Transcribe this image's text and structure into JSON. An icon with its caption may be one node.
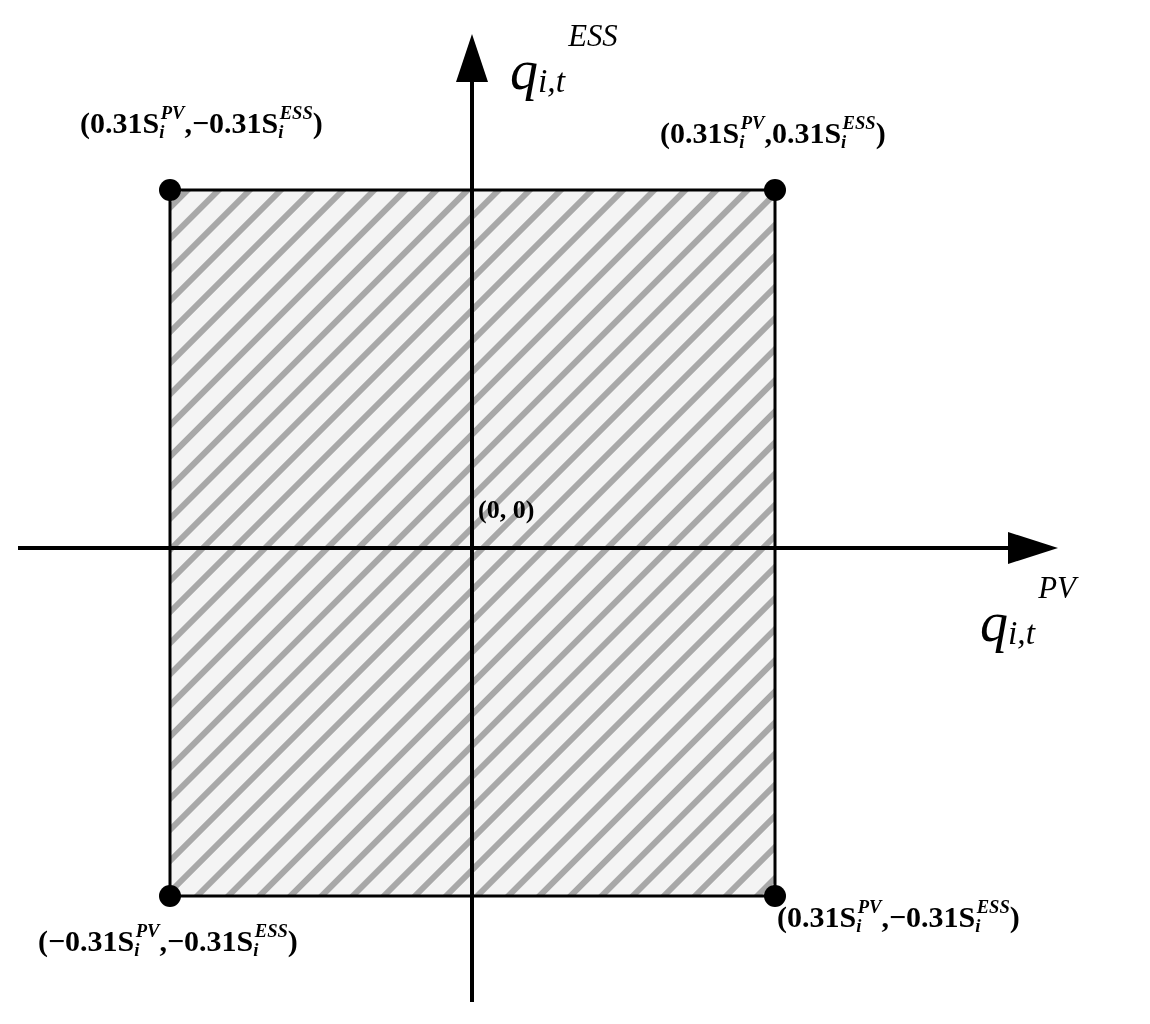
{
  "diagram": {
    "labels": [
      "q$_{i,t}$$^{ESS}$",
      "(0.31S$_{i}$$^{PV}$,−0.31S$_{i}$$^{ESS}$)",
      "(0.31S$_{i}$$^{PV}$,0.31S$_{i}$$^{ESS}$)",
      "(0, 0)",
      "q$_{i,t}$$^{PV}$",
      "(0.31S$_{i}$$^{PV}$,−0.31S$_{i}$$^{ESS}$)",
      "(−0.31S$_{i}$$^{PV}$,−0.31S$_{i}$$^{ESS}$)"
    ]
  }
}
